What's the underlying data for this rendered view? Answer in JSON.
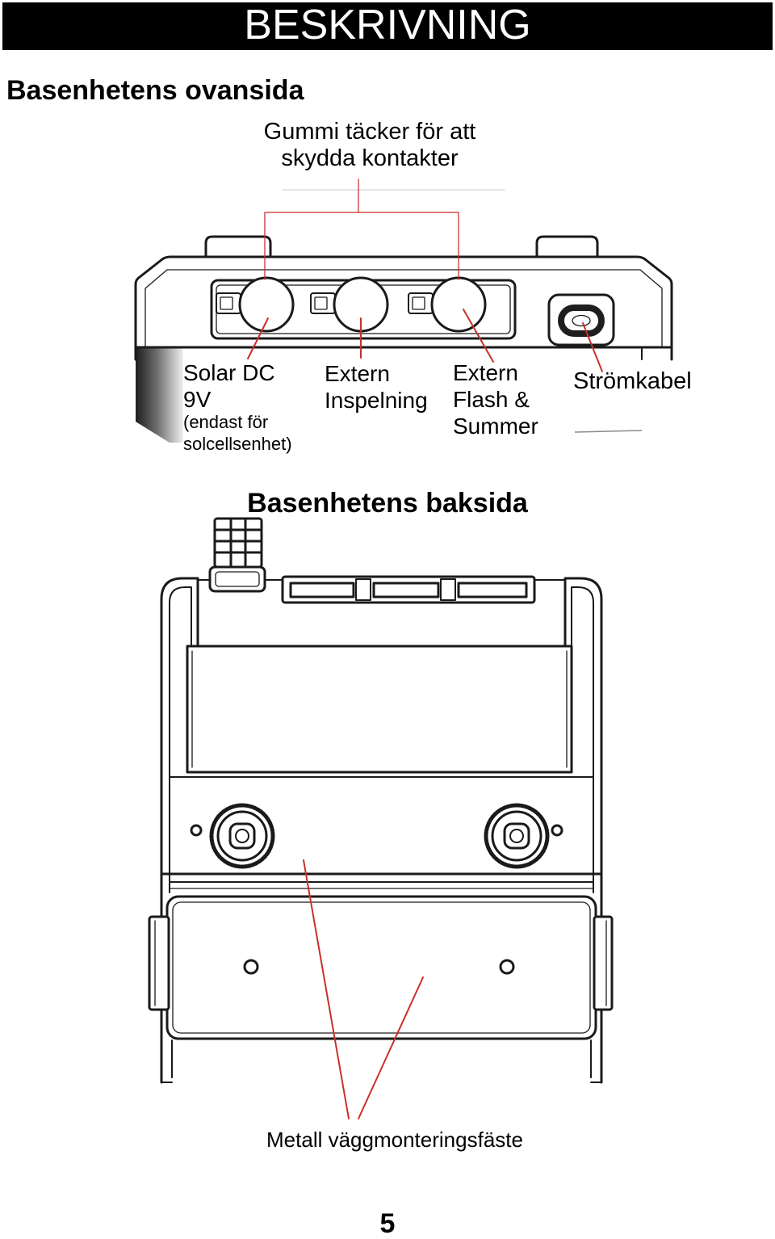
{
  "header": {
    "title": "BESKRIVNING"
  },
  "top_view": {
    "heading": "Basenhetens ovansida",
    "cover_callout": [
      "Gummi täcker för att",
      "skydda kontakter"
    ],
    "solar_dc": {
      "lines": [
        "Solar DC",
        "9V"
      ],
      "note": [
        "(endast för",
        "solcellsenhet)"
      ]
    },
    "external_recording": [
      "Extern",
      "Inspelning"
    ],
    "external_flash_buzzer": [
      "Extern",
      "Flash &",
      "Summer"
    ],
    "power_cable": "Strömkabel"
  },
  "back_view": {
    "heading": "Basenhetens baksida",
    "bracket_callout": "Metall väggmonteringsfäste"
  },
  "page_number": "5",
  "colors": {
    "header_background": "#000000",
    "header_text": "#ffffff",
    "text": "#000000",
    "drawing_line": "#1a1a1a",
    "callout_line": "#c9302c"
  }
}
